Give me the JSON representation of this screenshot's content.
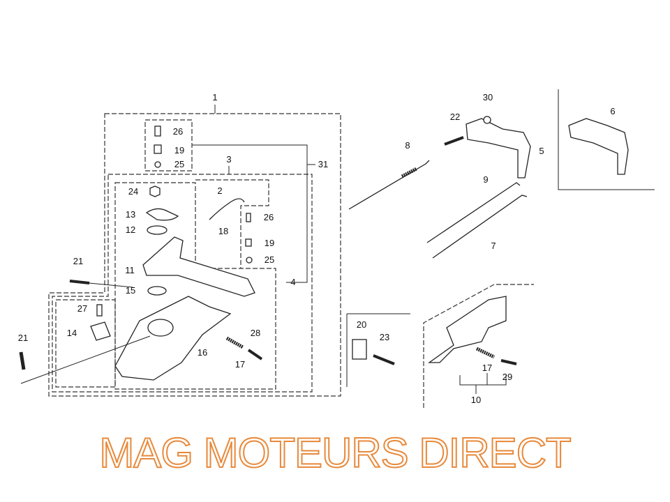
{
  "diagram": {
    "watermark": "MAG MOTEURS DIRECT",
    "part_labels": [
      "1",
      "26",
      "19",
      "25",
      "31",
      "3",
      "2",
      "24",
      "13",
      "12",
      "18",
      "26",
      "19",
      "25",
      "21",
      "11",
      "15",
      "4",
      "27",
      "14",
      "16",
      "28",
      "17",
      "21",
      "8",
      "22",
      "30",
      "5",
      "6",
      "9",
      "7",
      "20",
      "23",
      "17",
      "29",
      "10"
    ]
  }
}
